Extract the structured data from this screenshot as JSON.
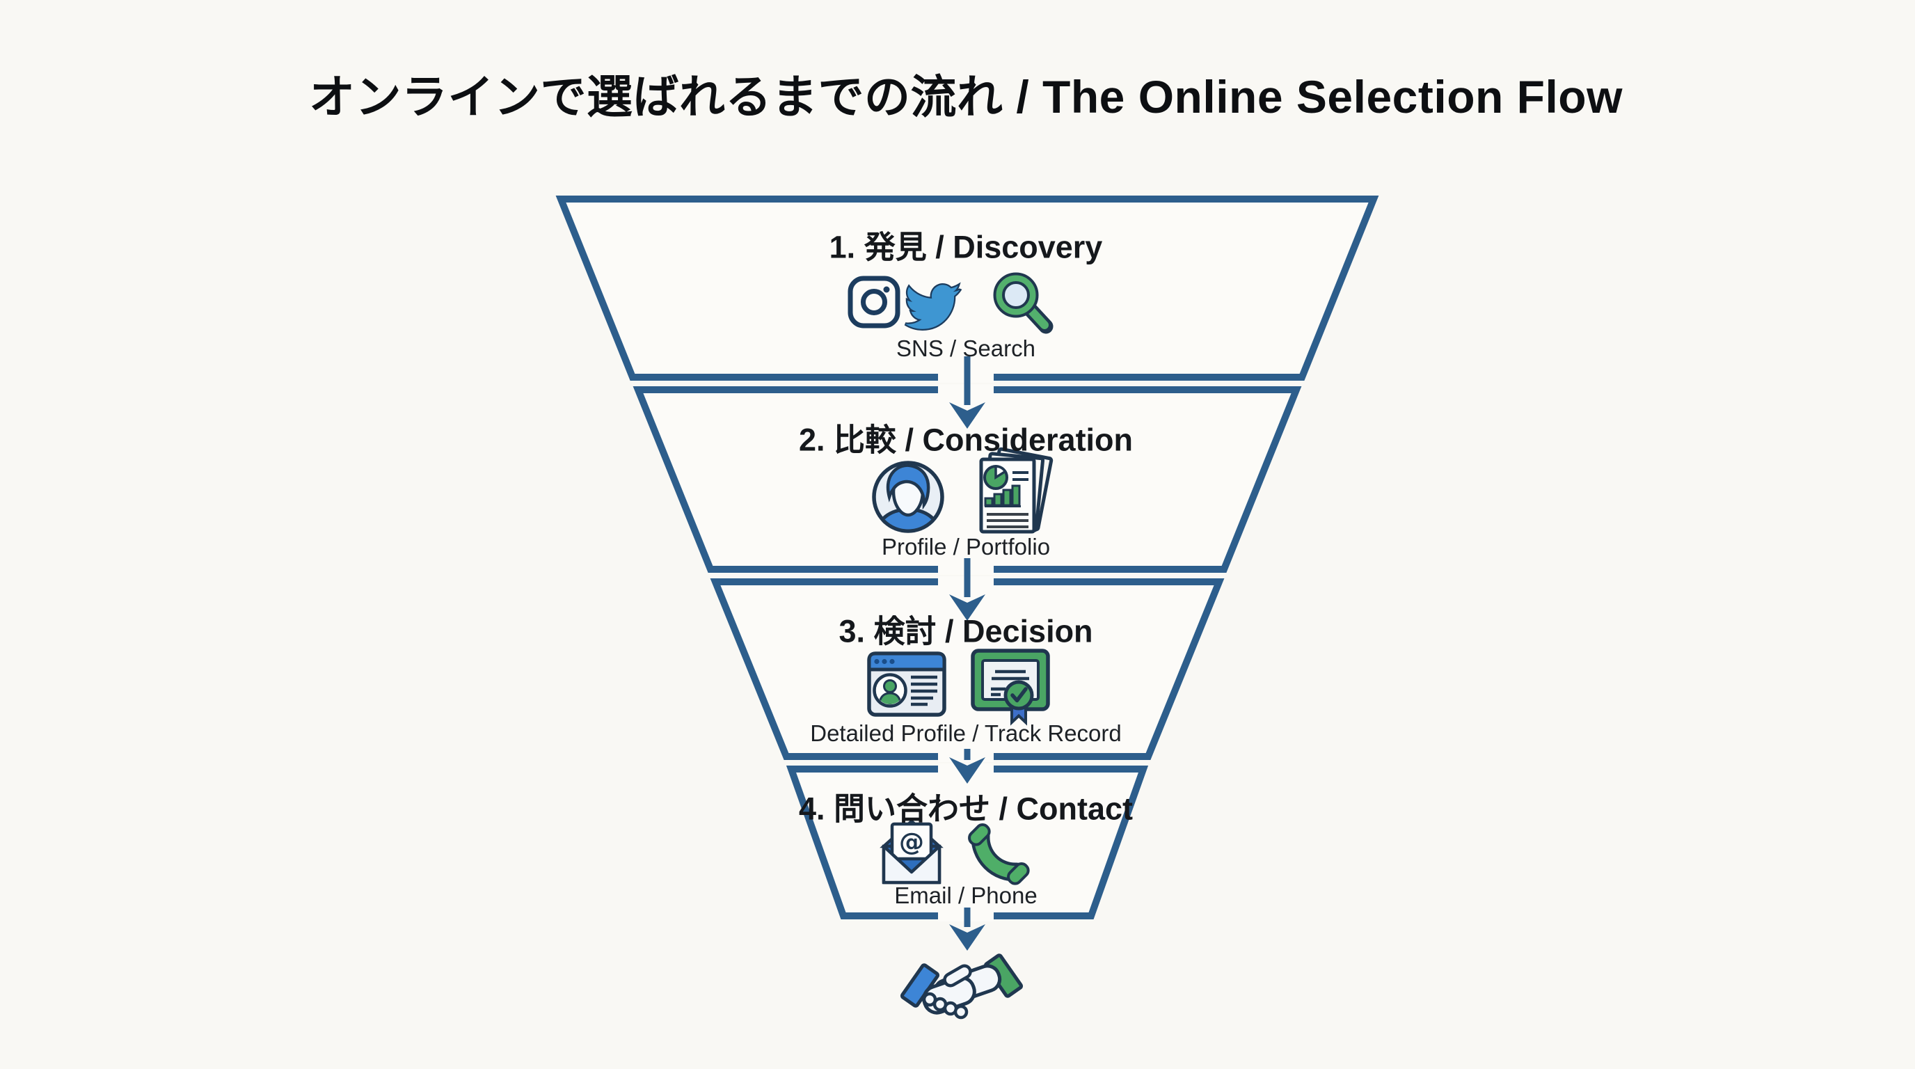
{
  "title": "オンラインで選ばれるまでの流れ / The Online Selection Flow",
  "funnel": {
    "stages": [
      {
        "heading": "1. 発見 / Discovery",
        "label": "SNS / Search",
        "icons": [
          "instagram-icon",
          "twitter-icon",
          "search-icon"
        ]
      },
      {
        "heading": "2. 比較 / Consideration",
        "label": "Profile / Portfolio",
        "icons": [
          "avatar-icon",
          "portfolio-icon"
        ]
      },
      {
        "heading": "3. 検討 / Decision",
        "label": "Detailed Profile / Track Record",
        "icons": [
          "profile-card-icon",
          "certificate-icon"
        ]
      },
      {
        "heading": "4. 問い合わせ / Contact",
        "label": "Email / Phone",
        "icons": [
          "email-icon",
          "phone-icon"
        ]
      }
    ],
    "outcome_icon": "handshake-icon"
  },
  "glyphs": {
    "email_at": "@"
  },
  "colors": {
    "background": "#f9f8f4",
    "funnel_outline": "#2d5e8c",
    "arrow": "#2d5e8c",
    "ink_outline": "#20374f",
    "accent_blue": "#3d85d6",
    "accent_green": "#4aa564",
    "twitter_blue": "#3e96d2",
    "glass_blue": "#dce9f5",
    "ribbon_blue": "#3d6fc8"
  }
}
